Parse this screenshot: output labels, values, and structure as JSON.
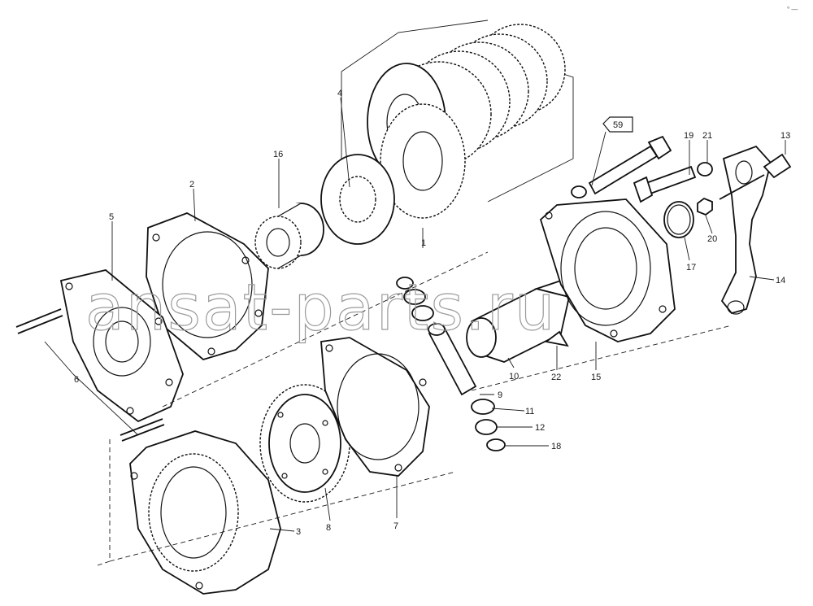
{
  "watermark": "ansat-parts.ru",
  "corner_mark": "° —",
  "reference_box": "59",
  "labels": {
    "p1": "1",
    "p2": "2",
    "p3": "3",
    "p4": "4",
    "p5": "5",
    "p6": "6",
    "p7": "7",
    "p8": "8",
    "p9": "9",
    "p10": "10",
    "p11": "11",
    "p12": "12",
    "p13": "13",
    "p14": "14",
    "p15": "15",
    "p16": "16",
    "p17": "17",
    "p18": "18",
    "p19": "19",
    "p20": "20",
    "p21": "21",
    "p22": "22"
  }
}
